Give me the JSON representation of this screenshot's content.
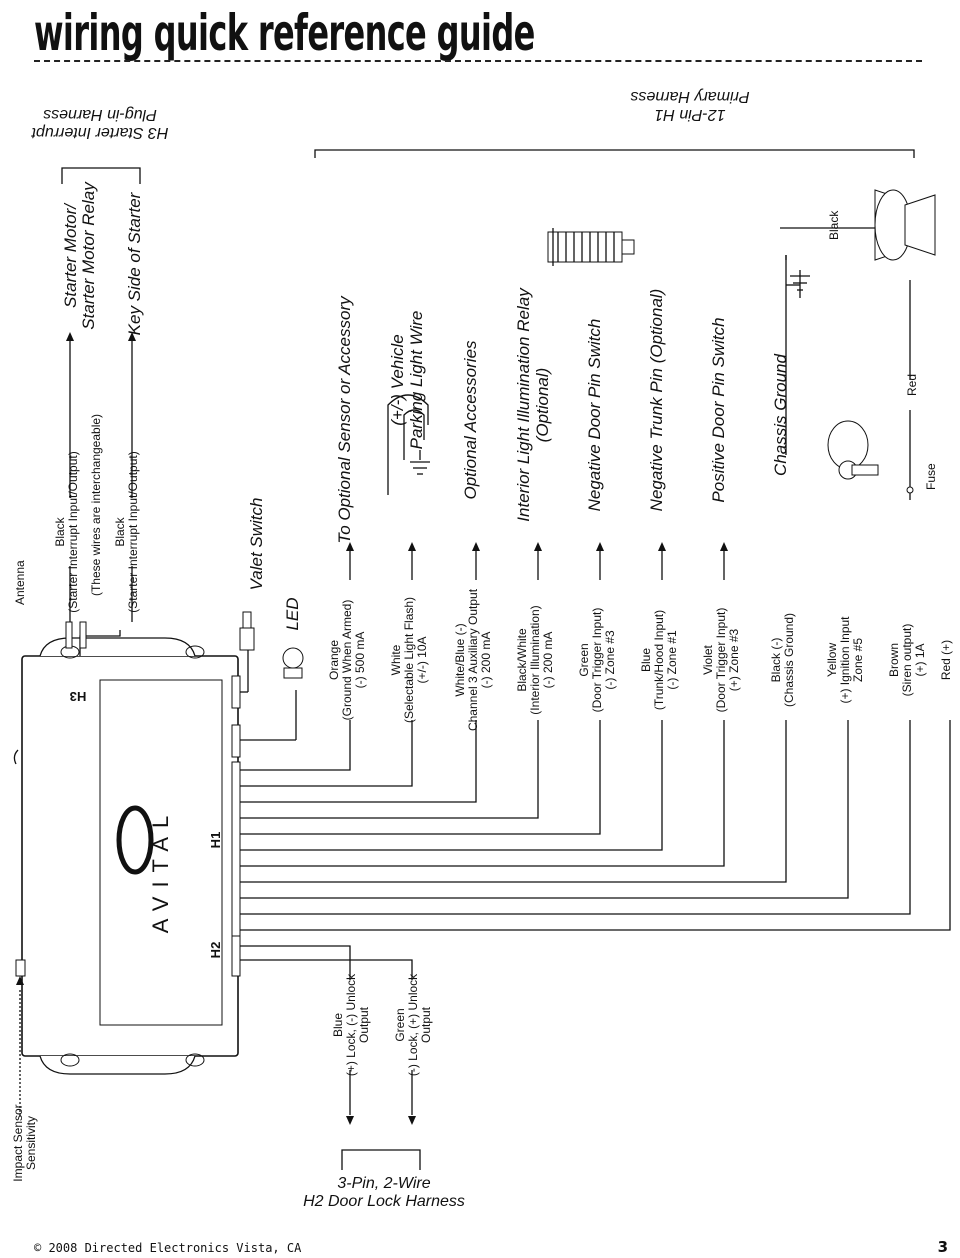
{
  "header": {
    "title": "wiring quick reference guide"
  },
  "footer": {
    "copyright": "© 2008 Directed Electronics Vista, CA",
    "page_number": "3"
  },
  "module": {
    "brand": "AVITAL",
    "connector_h1": "H1",
    "connector_h2": "H2",
    "connector_h3": "H3"
  },
  "top_labels": {
    "antenna": "Antenna",
    "impact_sensor": [
      "Impact Sensor",
      "Sensitivity"
    ]
  },
  "h3_harness": {
    "title": [
      "H3 Starter Interrupt",
      "Plug-in Harness"
    ],
    "wire1": [
      "Black",
      "(Starter Interrupt Input/Output)"
    ],
    "note": "(These wires are interchangeable)",
    "wire2": [
      "Black",
      "(Starter Interrupt Input/Output)"
    ],
    "dest1": [
      "Starter Motor/",
      "Starter Motor Relay"
    ],
    "dest2": "Key Side of Starter"
  },
  "valet_switch": "Valet Switch",
  "led": "LED",
  "h1_harness": {
    "title": [
      "12-Pin H1",
      "Primary Harness"
    ],
    "wires": [
      {
        "lines": [
          "Orange",
          "(Ground When Armed)",
          "(-) 500 mA"
        ],
        "dest": [
          "To Optional Sensor or Accessory"
        ]
      },
      {
        "lines": [
          "White",
          "(Selectable Light Flash)",
          "(+/-) 10A"
        ],
        "dest": [
          "(+/-) Vehicle",
          "Parking Light Wire"
        ]
      },
      {
        "lines": [
          "White/Blue (-)",
          "Channel 3 Auxiliary Output",
          "(-) 200 mA"
        ],
        "dest": [
          "Optional Accessories"
        ]
      },
      {
        "lines": [
          "Black/White",
          "(Interior Illumination)",
          "(-) 200 mA"
        ],
        "dest": [
          "Interior Light Illumination Relay",
          "(Optional)"
        ]
      },
      {
        "lines": [
          "Green",
          "(Door Trigger Input)",
          "(-) Zone #3"
        ],
        "dest": [
          "Negative Door Pin Switch"
        ]
      },
      {
        "lines": [
          "Blue",
          "(Trunk/Hood Input)",
          "(-) Zone #1"
        ],
        "dest": [
          "Negative Trunk Pin (Optional)"
        ]
      },
      {
        "lines": [
          "Violet",
          "(Door Trigger Input)",
          "(+) Zone #3"
        ],
        "dest": [
          "Positive Door Pin Switch"
        ]
      },
      {
        "lines": [
          "Black (-)",
          "(Chassis Ground)"
        ],
        "dest": [
          "Chassis Ground"
        ]
      },
      {
        "lines": [
          "Yellow",
          "(+) Ignition Input",
          "Zone #5"
        ],
        "dest": []
      },
      {
        "lines": [
          "Brown",
          "(Siren output)",
          "(+) 1A"
        ],
        "dest": []
      },
      {
        "lines": [
          "Red (+)"
        ],
        "dest": []
      }
    ],
    "fuse": "Fuse",
    "siren_black": "Black",
    "siren_red": "Red"
  },
  "h2_harness": {
    "title": [
      "3-Pin, 2-Wire",
      "H2 Door Lock Harness"
    ],
    "wires": [
      {
        "lines": [
          "Blue",
          "(+) Lock, (-) Unlock",
          "Output"
        ]
      },
      {
        "lines": [
          "Green",
          "(-) Lock, (+) Unlock",
          "Output"
        ]
      }
    ]
  }
}
